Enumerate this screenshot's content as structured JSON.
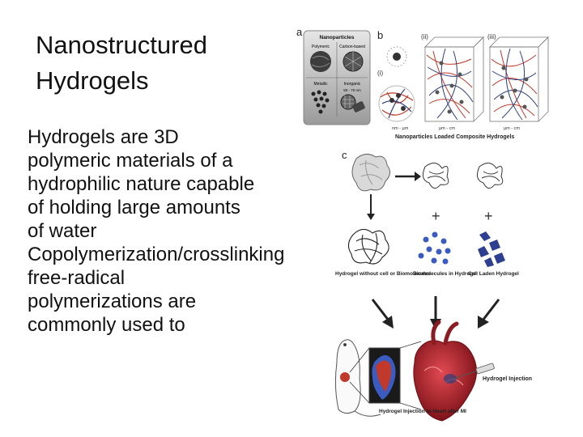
{
  "slide": {
    "title_line1": "Nanostructured",
    "title_line2": "Hydrogels",
    "paragraph1": "Hydrogels are 3D polymeric materials of a hydrophilic nature capable of holding large amounts of water",
    "paragraph2": "Copolymerization/crosslinking free-radical polymerizations are commonly used to"
  },
  "figure": {
    "panel_a": {
      "letter": "a",
      "header": "Nanoparticles",
      "cells": [
        "Polymeric",
        "Carbon-based",
        "Metallic",
        "Inorganic"
      ],
      "scale": "50 - 70 nm"
    },
    "panel_b": {
      "letter": "b",
      "subpanels": [
        "(i)",
        "(ii)",
        "(iii)"
      ],
      "scales": [
        "nm - µm",
        "µm - cm",
        "µm - cm"
      ],
      "caption": "Nanoparticles Loaded Composite Hydrogels"
    },
    "panel_c": {
      "letter": "c",
      "plus": "+",
      "labels": [
        "Hydrogel without cell or Biomolecules",
        "Biomolecules in Hydrogel",
        "Cell Laden Hydrogel"
      ],
      "injection_label": "Hydrogel Injection",
      "caption": "Hydrogel Injection to Heart after MI"
    },
    "colors": {
      "polymer_red": "#c0392b",
      "polymer_blue": "#2c3e7a",
      "heart_red": "#b0202a",
      "blue_particles": "#3a5bbf"
    }
  }
}
